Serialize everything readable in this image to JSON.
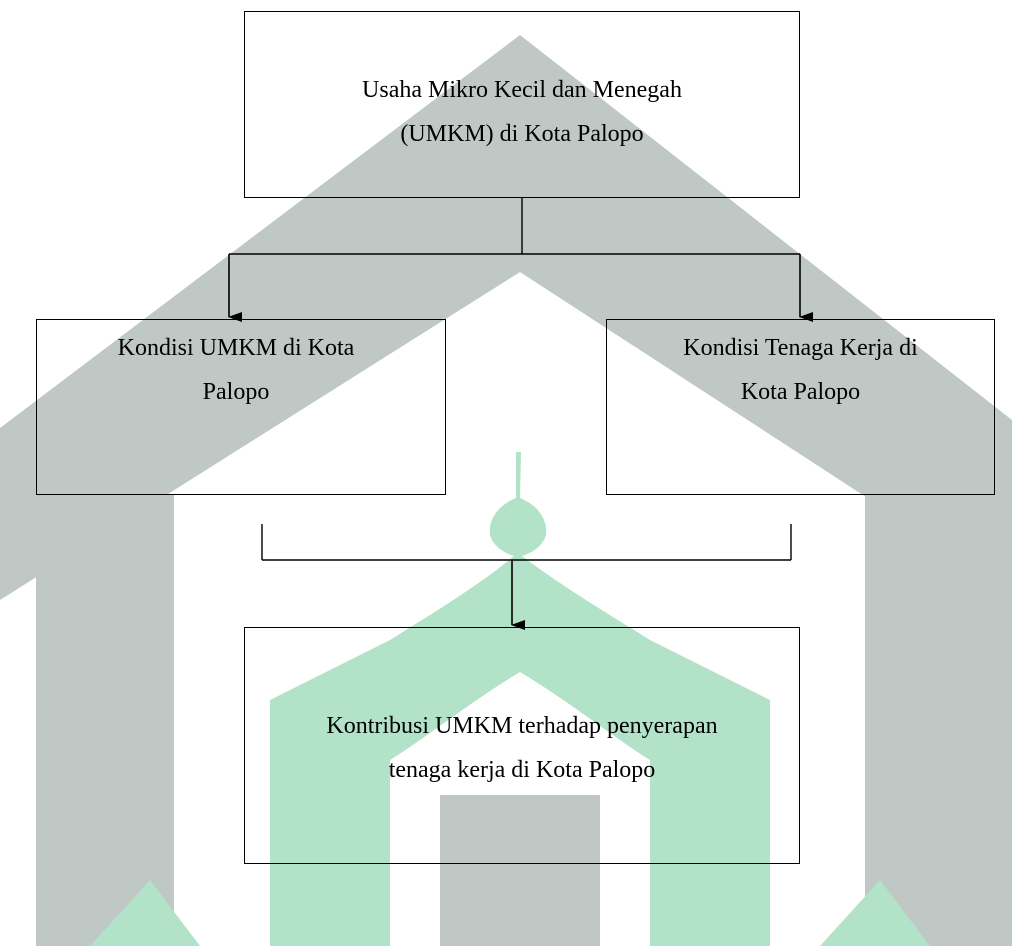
{
  "colors": {
    "watermark_gray": "#bfc8c4",
    "watermark_green": "#b2e2c8",
    "box_border": "#000000",
    "text": "#000000"
  },
  "diagram": {
    "top_box": {
      "line1": "Usaha Mikro Kecil dan Menegah",
      "line2": "(UMKM) di Kota Palopo"
    },
    "left_box": {
      "line1": "Kondisi UMKM di Kota",
      "line2": "Palopo"
    },
    "right_box": {
      "line1": "Kondisi Tenaga Kerja di",
      "line2": "Kota Palopo"
    },
    "bottom_box": {
      "line1": "Kontribusi UMKM terhadap penyerapan",
      "line2": "tenaga kerja di Kota Palopo"
    }
  }
}
